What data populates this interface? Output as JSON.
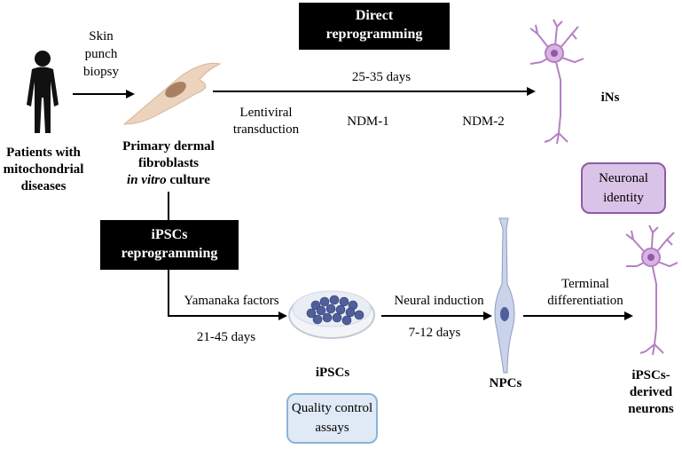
{
  "patients": {
    "line1": "Patients with",
    "line2": "mitochondrial",
    "line3": "diseases"
  },
  "biopsy": {
    "line1": "Skin",
    "line2": "punch",
    "line3": "biopsy"
  },
  "fibroblasts": {
    "line1": "Primary dermal",
    "line2": "fibroblasts",
    "line3_italic": "in vitro",
    "line3_rest": " culture"
  },
  "direct": {
    "line1": "Direct",
    "line2": "reprogramming",
    "days": "25-35 days",
    "lentiviral1": "Lentiviral",
    "lentiviral2": "transduction",
    "ndm1": "NDM-1",
    "ndm2": "NDM-2",
    "ins": "iNs"
  },
  "neuronal_identity": {
    "line1": "Neuronal",
    "line2": "identity"
  },
  "ipsc_box": {
    "line1": "iPSCs",
    "line2": "reprogramming"
  },
  "ipsc_path": {
    "yamanaka": "Yamanaka factors",
    "days1": "21-45 days",
    "ipscs": "iPSCs",
    "neural_induction": "Neural induction",
    "days2": "7-12 days",
    "npcs": "NPCs",
    "terminal1": "Terminal",
    "terminal2": "differentiation",
    "derived1": "iPSCs-",
    "derived2": "derived",
    "derived3": "neurons"
  },
  "qc": {
    "line1": "Quality control",
    "line2": "assays"
  },
  "colors": {
    "neuronal_fill": "#d9c3e6",
    "neuronal_border": "#8e5aa8",
    "qc_fill": "#dfeaf6",
    "qc_border": "#8fb2d6",
    "neuron": "#b57fc4",
    "fibroblast": "#e6c7ad",
    "ipsc_cell": "#4f5f9c",
    "npc": "#bfc9e4"
  }
}
